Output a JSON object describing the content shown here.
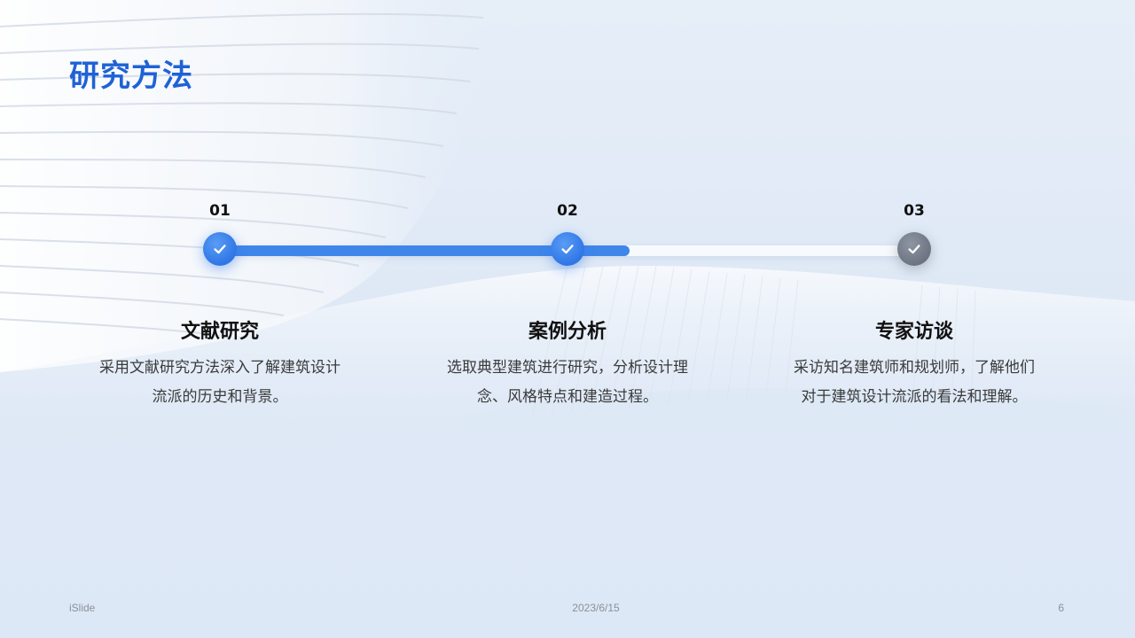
{
  "slide": {
    "title": "研究方法",
    "footer": {
      "left": "iSlide",
      "date": "2023/6/15",
      "page": "6"
    },
    "progress": 0.59
  },
  "steps": [
    {
      "num": "01",
      "title": "文献研究",
      "desc": "采用文献研究方法深入了解建筑设计流派的历史和背景。",
      "state": "done",
      "icon": "check-icon"
    },
    {
      "num": "02",
      "title": "案例分析",
      "desc": "选取典型建筑进行研究，分析设计理念、风格特点和建造过程。",
      "state": "done",
      "icon": "check-icon"
    },
    {
      "num": "03",
      "title": "专家访谈",
      "desc": "采访知名建筑师和规划师，了解他们对于建筑设计流派的看法和理解。",
      "state": "pending",
      "icon": "check-icon"
    }
  ],
  "colors": {
    "accent": "#1f62d6",
    "progress": "#3f86ea",
    "pending": "#6b7480"
  }
}
